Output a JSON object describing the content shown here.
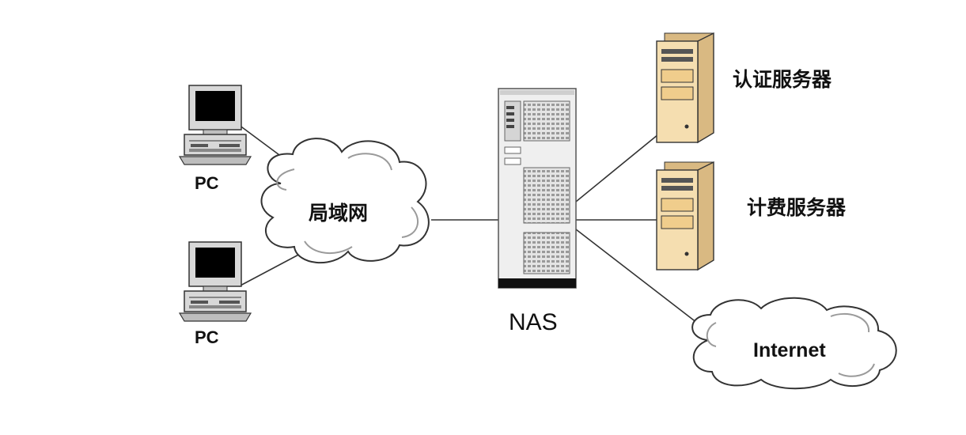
{
  "diagram": {
    "nodes": {
      "pc_top": {
        "label": "PC",
        "icon": "desktop-computer-icon"
      },
      "pc_bottom": {
        "label": "PC",
        "icon": "desktop-computer-icon"
      },
      "lan": {
        "label": "局域网",
        "icon": "cloud-icon"
      },
      "nas": {
        "label": "NAS",
        "icon": "server-rack-icon"
      },
      "auth_server": {
        "label": "认证服务器",
        "icon": "tower-server-icon"
      },
      "billing_server": {
        "label": "计费服务器",
        "icon": "tower-server-icon"
      },
      "internet": {
        "label": "Internet",
        "icon": "cloud-icon"
      }
    },
    "edges": [
      {
        "from": "pc_top",
        "to": "lan"
      },
      {
        "from": "pc_bottom",
        "to": "lan"
      },
      {
        "from": "lan",
        "to": "nas"
      },
      {
        "from": "nas",
        "to": "auth_server"
      },
      {
        "from": "nas",
        "to": "billing_server"
      },
      {
        "from": "nas",
        "to": "internet"
      }
    ],
    "colors": {
      "line": "#333333",
      "server_body": "#f5deb0",
      "server_shade": "#d9b982",
      "cloud_fill": "#ffffff",
      "rack_fill": "#f0f0f0",
      "rack_shade": "#c8c8c8"
    }
  }
}
